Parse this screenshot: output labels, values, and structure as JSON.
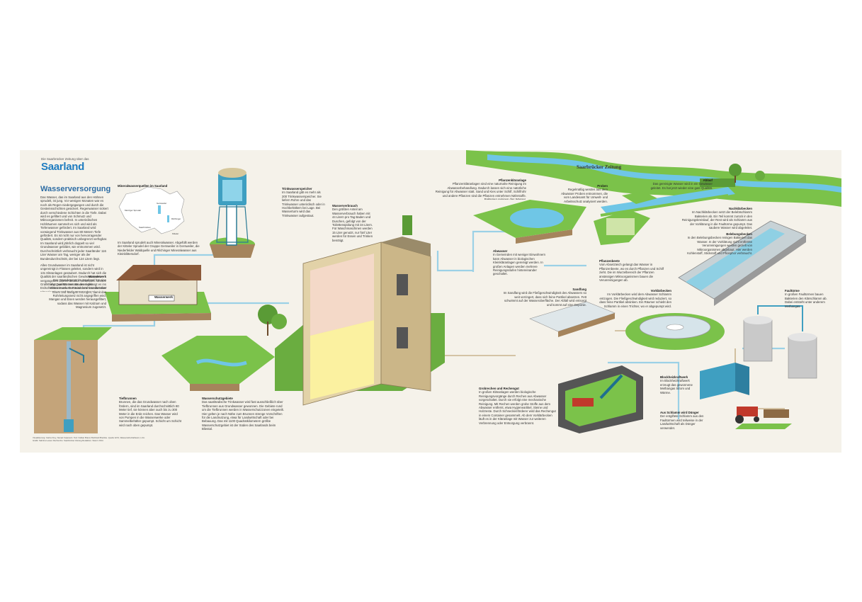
{
  "logo": {
    "tagline": "Die Saarbrücker Zeitung über das",
    "name": "Saarland"
  },
  "newspaper": "Saarbrücker Zeitung",
  "title": "Wasserversorgung",
  "intro": "Das Wasser, das im Saarland aus den Hähnen sprudelt, ist jung. Vor wenigen Monaten war es noch als Regen niedergegangen und durch die Gesteinsschichten gesickert. Regenwasser sickert durch verschiedene Schichten in die Tiefe. Dabei wird es gefiltert und von Schmutz und Mikroorganismen befreit. In unterirdischen Hohlräumen sammelt es sich und wird als Tiefenwasser gefördert. Im Saarland wird vorwiegend Trinkwasser aus 80 Metern Tiefe gefördert. Es ist nicht nur von hervorragender Qualität, sondern praktisch unbegrenzt verfügbar. Im Saarland wird jährlich doppelt so viel Grundwasser gebildet, wie entnommen wird. Durchschnittlich verbraucht jeder Saarländer 116 Liter Wasser am Tag, weniger als der Bundesdurchschnitt, der bei 124 Litern liegt.",
  "intro2": "Alles Grundwasser im Saarland ist nicht ungereinigt in Flüssen geleitet, sondern wird in 131 Kläranlagen gesäubert. Dadurch hat sich die Qualität der saarländischen Gewässer in den vergangenen Jahren deutlich verbessert. Unsere Grafik zeigt, wie Wasser aus den tiefen Erdschichten in unsere Häuser und von dort über Kläranlagen zurück in die Natur gelangt.",
  "sections": {
    "mineral": {
      "head": "Mineralwasserquellen im Saarland",
      "body": "Im Saarland sprudelt auch Mineralwasser. Abgefüllt werden der Kitteler Sprudel der Gruppe Gersweiler in Gersweiler, die Niederfelder Waldquelle und Rilchinger Mineralwasser aus Kleinblittersdorf."
    },
    "map": {
      "labels": [
        "Merziger Sprudel",
        "Rilchinger",
        "Saarbrücken",
        "Gersweiler",
        "Kitteler"
      ]
    },
    "turm": {
      "head": "Trinkwasserspeicher",
      "body": "Im Saarland gibt es mehr als 200 Trinkwasserspeicher. Sie liefern Rohre und das Trinkwasser unterirdisch oder in Hochbehältern bei Lage. Bei Wasserturm wird das Trinkwasser aufgestaut."
    },
    "wasserwerk": {
      "head": "Wasserwerk",
      "body": "Das Grundwasser im Saarland hat eine hohe Qualität. Vom Brunnen gelangt es ins Wasserwerk. Dort wird dem Grundwasser Eisen und Mangan entzogen, damit das Rohrleitungsnetz nicht angegriffen wird. Mangan und Eisen werden herausgefiltert, sodass das Wasser mit Kalzium und Magnesium zugesetzt."
    },
    "tiefbrunnen": {
      "head": "Tiefbrunnen",
      "body": "Brunnen, die das Grundwasser nach oben fördern, sind im Saarland durchschnittlich 80 Meter tief, sie können aber auch bis zu 300 Meter in die Erde reichen. Das Wasser wird von Pumpen in die Wasserwerke oder Sammelbehälter gepumpt. Schicht um Schicht wird nach oben gepumpt."
    },
    "schutz": {
      "head": "Wasserschutzgebiete",
      "body": "Das saarländische Trinkwasser wird fast ausschließlich über Tiefbrunnen aus Grundwasser gewonnen. Die Gebiete rund um die Tiefbrunnen werden in Wasserschutzzonen eingeteilt. Hier gelten je nach Nähe zum Brunnen strenge Vorschriften für die Landnutzung, etwa für Landwirtschaft oder bei Bebauung. Das mit 1100 Quadratkilometern größte Wasserschutzgebiet ist der Süden des Saarlands beim Bliestal."
    },
    "verbrauch": {
      "head": "Wasserverbrauch",
      "body": "Den größten Anteil am Wasserverbrauch haben mit 44 Litern pro Tag Baden und Duschen, gefolgt von der Toilettenspülung mit 34 Litern. Für Waschmaschinen werden 15 Liter genutzt, nur fünf Liter werden für Essen und Trinken benötigt."
    },
    "pflanzen": {
      "head": "Pflanzenkläranlage",
      "body": "Pflanzenkläranlagen sind eine naturnahe Reinigung im Abwasserbehandlung. Dadurch lassen sich eine natürliche Reinigung für Abwasser statt. Sand und Kies unter Schilf, Schilfrohr und andere Pflanzen sind die Pflanzen entnehmen Nährstoffe. Bakterien reinigen das Wasser."
    },
    "abwasser": {
      "head": "Abwasser",
      "body": "In Gemeinden mit weniger Einwohnern kann Abwasser in biologischen Kleinkläranlagen gereinigt werden. In großen Anlagen werden mehrere Reinigungsstufen hintereinander geschaltet."
    },
    "sandfang": {
      "head": "Sandfang",
      "body": "Im Sandfang wird die Fließgeschwindigkeit des Abwassers so weit verringert, dass sich feine Partikel absetzen. Fett schwimmt auf der Wasseroberfläche. Der Abfall wird entsorgt und kommt auf eine Deponie."
    },
    "proben": {
      "head": "Proben",
      "body": "Regelmäßig werden aus dem Abwasser Proben entnommen, die vom Landesamt für Umwelt- und Arbeitsschutz analysiert werden."
    },
    "pflanzenbeete": {
      "head": "Pflanzenbeete",
      "body": "Vom Absetzteich gelangt das Wasser in Pflanzenbeete, wo es durch Pflanzen und Schilf zieht. Die im Wurzelbereich der Pflanzen ansässigen Mikroorganismen bauen die Verunreinigungen ab."
    },
    "vorklaer": {
      "head": "Vorklärbecken",
      "body": "Im Vorklärbecken wird dem Abwasser Schlamm entzogen. Die Fließgeschwindigkeit wird reduziert, so dass feine Partikel absinken. Ein Räumer schiebt den Schlamm in einen Trichter, wo er abgepumpt wird."
    },
    "ablauf": {
      "head": "Ablauf",
      "body": "Das gereinigte Wasser wird in ein Gewässer geleitet. Es hat jetzt wieder eine gute Qualität."
    },
    "nachklaer": {
      "head": "Nachklärbecken",
      "body": "Im Nachklärbecken setzt der Belebtschlamm Bakterien ab. Ein Teil kommt zurück in den Reinigungskreislauf, der Rest wird als Schlamm aus der Vorklärung in die Faultürme gepumpt. Das saubere Wasser wird abgeleitet."
    },
    "belebung": {
      "head": "Belebungsbecken",
      "body": "In den Belebungsbecken reinigen Bakterien das Wasser. In der Vorklärung nicht entfernte Verunreinigungen werden gezielt von Mikroorganismen abgebaut. Hier werden Kohlenstoff, Stickstoff und Phosphor verbraucht."
    },
    "faultuerme": {
      "head": "Faultürme",
      "body": "In großen Faultürmen bauen Bakterien den Klärschlamm ab. Dabei entsteht unter anderem Methangas."
    },
    "bhkw": {
      "head": "Blockheizkraftwerk",
      "body": "Im Blockheizkraftwerk erzeugt das gewonnene Methangas Strom und Wärme."
    },
    "duenger": {
      "head": "Aus Schlamm wird Dünger",
      "body": "Der entgiftete Schlamm aus den Faultürmen wird teilweise in der Landwirtschaft als Dünger verwendet."
    },
    "grobreinigung": {
      "head": "Grobrechen und Rechengut",
      "body": "In großen Kläranlagen werden biologische Reinigungsvorgänge durch Rechen aus Abwasser vorgeschaltet. Durch sie erfolgt eine mechanische Reinigung. Mit Rechen werden grobe Stoffe aus dem Abwasser entfernt, etwa Hygieneartikel, Steine und Holzreste. Durch Schneckenförderer wird das Rechengut in einem Container gesammelt. Ab dem Vorklärbecken läuft es in der Kläranlage mit Wasser zur weiteren Verbrennung oder Entsorgung verbrannt."
    }
  },
  "house_sign": "Wasserwerk",
  "credits": [
    "Visualisierung: Carlos Frey, Nenad Cvijanovic. Text: Fabian Brand, Burkhard Breitzke. Quelle: EVS, Wasserwirtschaftsamt, LUA.",
    "Grafik: Sabrina Lessel. Recherche: Saarbrücker Zeitung Redaktion. Stand: 2014."
  ],
  "colors": {
    "title": "#2e6da4",
    "logo": "#1e7cc0",
    "grass": "#7bc24a",
    "soil": "#b89a6e",
    "water": "#6fc6e6",
    "pipe": "#9bd1e6"
  }
}
